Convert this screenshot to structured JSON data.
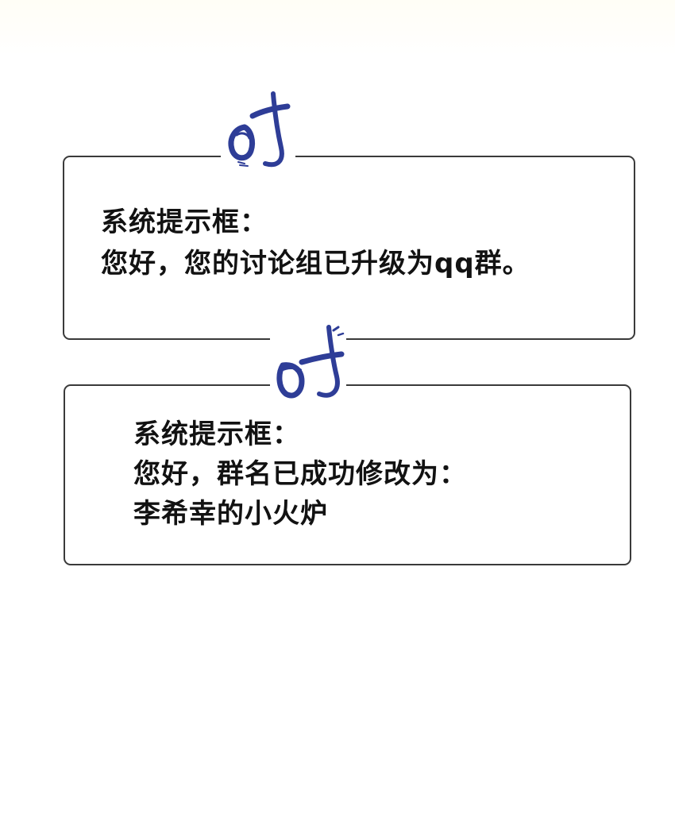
{
  "page": {
    "background_color": "#ffffff",
    "box_border_color": "#3a3a3a",
    "text_color": "#121212",
    "sfx_color": "#2e3d97"
  },
  "sound_effects": [
    {
      "text": "叮",
      "icon": "handwritten-ding-sfx"
    },
    {
      "text": "叮",
      "icon": "handwritten-ding-sfx"
    }
  ],
  "system_boxes": [
    {
      "title": "系统提示框：",
      "lines": [
        "您好，您的讨论组已升级为qq群。"
      ]
    },
    {
      "title": "系统提示框：",
      "lines": [
        "您好，群名已成功修改为：",
        "李希幸的小火炉"
      ]
    }
  ]
}
